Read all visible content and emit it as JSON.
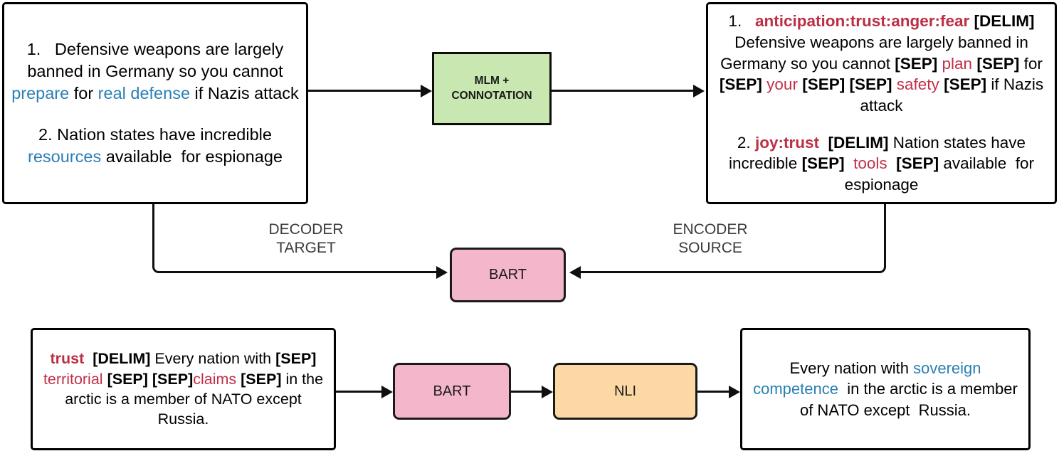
{
  "diagram": {
    "title": "MLM + Connotation / BART / NLI pipeline diagram",
    "colors": {
      "mlm_box_fill": "#c9e7b0",
      "bart_box_fill": "#f4b6ca",
      "nli_box_fill": "#fcd9a4",
      "text_box_fill": "#ffffff",
      "stroke": "#0f0f0f",
      "highlight_blue": "#2a7fb3",
      "highlight_red": "#c23048",
      "label_gray": "#3b3b3b"
    },
    "nodes": {
      "input_examples": {
        "name": "decoder-target-text",
        "lines": [
          {
            "index": "1.",
            "segments": [
              {
                "text": "1.",
                "style": "plain"
              },
              {
                "text": "   Defensive weapons are largely banned in Germany so you cannot ",
                "style": "plain"
              },
              {
                "text": "prepare",
                "style": "blue"
              },
              {
                "text": " for ",
                "style": "plain"
              },
              {
                "text": "real defense",
                "style": "blue"
              },
              {
                "text": " if Nazis attack",
                "style": "plain"
              }
            ]
          },
          {
            "index": "2.",
            "segments": [
              {
                "text": "2. Nation states have incredible ",
                "style": "plain"
              },
              {
                "text": "resources",
                "style": "blue"
              },
              {
                "text": " available  for espionage",
                "style": "plain"
              }
            ]
          }
        ]
      },
      "annotated_examples": {
        "name": "encoder-source-text",
        "lines": [
          {
            "index": "1.",
            "segments": [
              {
                "text": "1.",
                "style": "plain"
              },
              {
                "text": "   ",
                "style": "plain"
              },
              {
                "text": "anticipation:trust:anger:fear",
                "style": "red-bold"
              },
              {
                "text": " ",
                "style": "plain"
              },
              {
                "text": "[DELIM]",
                "style": "bold"
              },
              {
                "text": " Defensive weapons are largely banned in Germany so you cannot ",
                "style": "plain"
              },
              {
                "text": "[SEP]",
                "style": "bold"
              },
              {
                "text": " ",
                "style": "plain"
              },
              {
                "text": "plan",
                "style": "red"
              },
              {
                "text": " ",
                "style": "plain"
              },
              {
                "text": "[SEP]",
                "style": "bold"
              },
              {
                "text": " for ",
                "style": "plain"
              },
              {
                "text": "[SEP]",
                "style": "bold"
              },
              {
                "text": " ",
                "style": "plain"
              },
              {
                "text": "your",
                "style": "red"
              },
              {
                "text": " ",
                "style": "plain"
              },
              {
                "text": "[SEP]",
                "style": "bold"
              },
              {
                "text": " ",
                "style": "plain"
              },
              {
                "text": "[SEP]",
                "style": "bold"
              },
              {
                "text": " ",
                "style": "plain"
              },
              {
                "text": "safety",
                "style": "red"
              },
              {
                "text": " ",
                "style": "plain"
              },
              {
                "text": "[SEP]",
                "style": "bold"
              },
              {
                "text": " if Nazis attack",
                "style": "plain"
              }
            ]
          },
          {
            "index": "2.",
            "segments": [
              {
                "text": "2. ",
                "style": "plain"
              },
              {
                "text": "joy:trust",
                "style": "red-bold"
              },
              {
                "text": "  ",
                "style": "plain"
              },
              {
                "text": "[DELIM]",
                "style": "bold"
              },
              {
                "text": " Nation states have incredible ",
                "style": "plain"
              },
              {
                "text": "[SEP]",
                "style": "bold"
              },
              {
                "text": "  ",
                "style": "plain"
              },
              {
                "text": "tools",
                "style": "red"
              },
              {
                "text": "  ",
                "style": "plain"
              },
              {
                "text": "[SEP]",
                "style": "bold"
              },
              {
                "text": " available  for espionage",
                "style": "plain"
              }
            ]
          }
        ]
      },
      "mlm_connotation": {
        "name": "mlm-connotation-box",
        "label": "MLM +\nCONNOTATION"
      },
      "bart_middle": {
        "name": "bart-box-middle",
        "label": "BART"
      },
      "bart_bottom": {
        "name": "bart-box-bottom",
        "label": "BART"
      },
      "nli": {
        "name": "nli-box",
        "label": "NLI"
      },
      "inference_input": {
        "name": "inference-input-text",
        "segments": [
          {
            "text": "trust",
            "style": "red-bold"
          },
          {
            "text": "  ",
            "style": "plain"
          },
          {
            "text": "[DELIM]",
            "style": "bold"
          },
          {
            "text": " Every nation with ",
            "style": "plain"
          },
          {
            "text": "[SEP]",
            "style": "bold"
          },
          {
            "text": " ",
            "style": "plain"
          },
          {
            "text": "territorial",
            "style": "red"
          },
          {
            "text": " ",
            "style": "plain"
          },
          {
            "text": "[SEP]",
            "style": "bold"
          },
          {
            "text": " ",
            "style": "plain"
          },
          {
            "text": "[SEP]",
            "style": "bold"
          },
          {
            "text": "claims",
            "style": "red"
          },
          {
            "text": " ",
            "style": "plain"
          },
          {
            "text": "[SEP]",
            "style": "bold"
          },
          {
            "text": " in the arctic is a member of NATO except Russia.",
            "style": "plain"
          }
        ]
      },
      "inference_output": {
        "name": "inference-output-text",
        "segments": [
          {
            "text": "Every nation with ",
            "style": "plain"
          },
          {
            "text": "sovereign competence",
            "style": "blue"
          },
          {
            "text": "  in the arctic is a member of NATO except  Russia.",
            "style": "plain"
          }
        ]
      }
    },
    "edge_labels": {
      "decoder_target": "DECODER\nTARGET",
      "encoder_source": "ENCODER\nSOURCE"
    }
  }
}
